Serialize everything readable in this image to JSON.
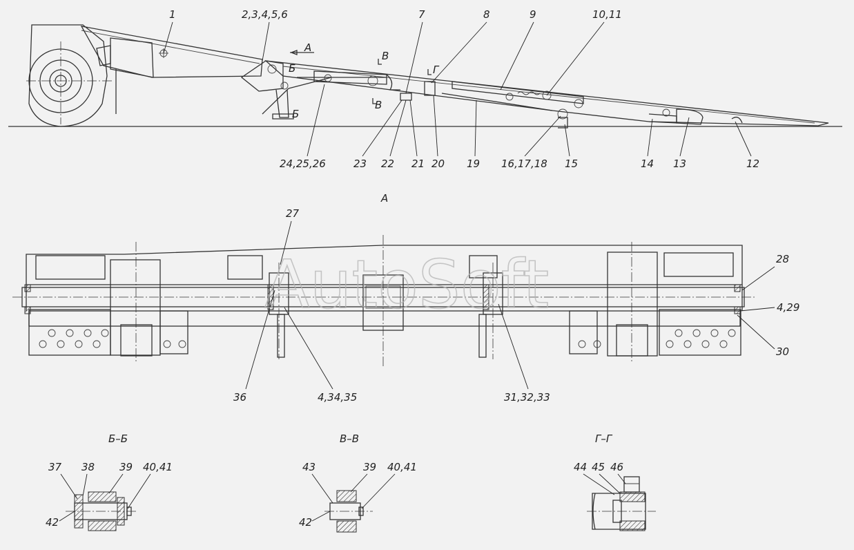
{
  "watermark": "AutoSoft",
  "views": {
    "view_a": "А",
    "section_b": "Б–Б",
    "section_v": "В–В",
    "section_g": "Г–Г"
  },
  "view_marks": {
    "a": "А",
    "b_top": "Б",
    "b_bottom": "Б",
    "v_top": "В",
    "v_bottom": "В",
    "g": "Г"
  },
  "top_labels": [
    "1",
    "2,3,4,5,6",
    "7",
    "8",
    "9",
    "10,11"
  ],
  "bottom_labels": [
    "24,25,26",
    "23",
    "22",
    "21",
    "20",
    "19",
    "16,17,18",
    "15",
    "14",
    "13",
    "12"
  ],
  "view_a_labels": [
    "27",
    "28",
    "4,29",
    "30",
    "36",
    "4,34,35",
    "31,32,33"
  ],
  "section_b_labels": [
    "37",
    "38",
    "39",
    "40,41",
    "42"
  ],
  "section_v_labels": [
    "43",
    "39",
    "40,41",
    "42"
  ],
  "section_g_labels": [
    "44",
    "45",
    "46"
  ]
}
